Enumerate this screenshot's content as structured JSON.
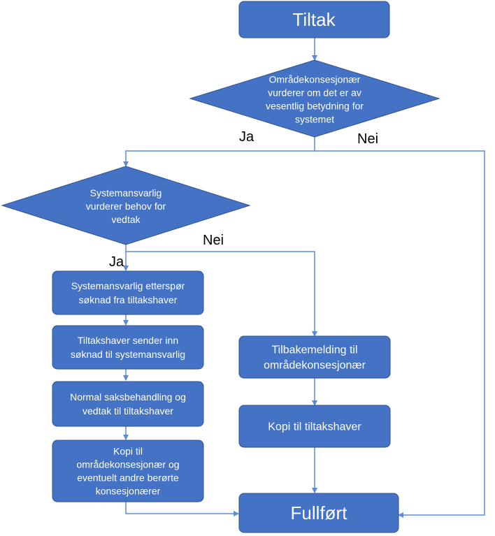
{
  "colors": {
    "node_fill": "#4472C4",
    "node_stroke": "#2F528F",
    "connector": "#5B8BD6",
    "label_text": "#000000",
    "node_text": "#FFFFFF"
  },
  "nodes": {
    "tiltak": {
      "lines": [
        "Tiltak"
      ]
    },
    "decision_omrade": {
      "lines": [
        "Områdekonsesjonær",
        "vurderer om det er av",
        "vesentlig betydning for",
        "systemet"
      ]
    },
    "decision_system": {
      "lines": [
        "Systemansvarlig",
        "vurderer behov for",
        "vedtak"
      ]
    },
    "etterspor": {
      "lines": [
        "Systemansvarlig etterspør",
        "søknad fra tiltakshaver"
      ]
    },
    "sender": {
      "lines": [
        "Tiltakshaver sender inn",
        "søknad til systemansvarlig"
      ]
    },
    "normal": {
      "lines": [
        "Normal saksbehandling og",
        "vedtak til tiltakshaver"
      ]
    },
    "kopi_omrade": {
      "lines": [
        "Kopi til",
        "områdekonsesjonær og",
        "eventuelt andre berørte",
        "konsesjonærer"
      ]
    },
    "tilbakemelding": {
      "lines": [
        "Tilbakemelding til",
        "områdekonsesjonær"
      ]
    },
    "kopi_tiltakshaver": {
      "lines": [
        "Kopi til tiltakshaver"
      ]
    },
    "fullfort": {
      "lines": [
        "Fullført"
      ]
    }
  },
  "labels": {
    "ja_top": "Ja",
    "nei_top": "Nei",
    "nei_mid": "Nei",
    "ja_mid": "Ja"
  }
}
